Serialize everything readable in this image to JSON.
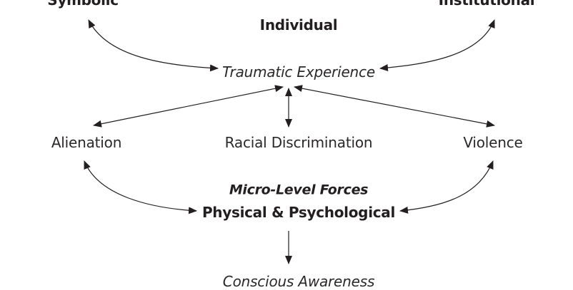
{
  "diagram": {
    "top_left": "Symbolic",
    "top_right": "Institutional",
    "individual": "Individual",
    "traumatic": "Traumatic Experience",
    "alienation": "Alienation",
    "racial": "Racial Discrimination",
    "violence": "Violence",
    "micro_forces": "Micro-Level Forces",
    "physical": "Physical & Psychological",
    "conscious": "Conscious Awareness"
  },
  "colors": {
    "ink": "#231f20",
    "background": "#ffffff"
  }
}
